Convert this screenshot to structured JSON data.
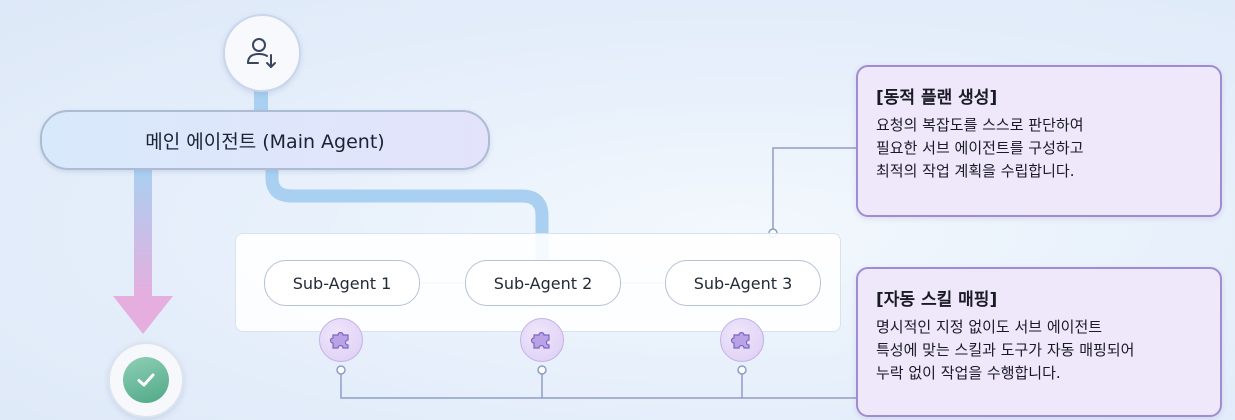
{
  "main_agent": {
    "label": "메인 에이전트 (Main Agent)"
  },
  "user": {
    "icon": "user-download-icon"
  },
  "sub_agents": [
    {
      "label": "Sub-Agent 1",
      "skill_icon": "puzzle-icon"
    },
    {
      "label": "Sub-Agent 2",
      "skill_icon": "puzzle-icon"
    },
    {
      "label": "Sub-Agent 3",
      "skill_icon": "puzzle-icon"
    }
  ],
  "result": {
    "icon": "check-icon"
  },
  "callouts": {
    "dynamic_plan": {
      "title": "[동적 플랜 생성]",
      "lines": [
        "요청의 복잡도를 스스로 판단하여",
        "필요한 서브 에이전트를 구성하고",
        "최적의 작업 계획을 수립합니다."
      ]
    },
    "skill_mapping": {
      "title": "[자동 스킬 매핑]",
      "lines": [
        "명시적인 지정 없이도 서브 에이전트",
        "특성에 맞는 스킬과 도구가 자동 매핑되어",
        "누락 없이 작업을 수행합니다."
      ]
    }
  },
  "colors": {
    "flow_blue": "#a9d0f1",
    "flow_pink": "#e6aede",
    "callout_border": "#9f8dd0",
    "callout_fill": "#eee8fa",
    "check_green": "#56ad8b"
  }
}
